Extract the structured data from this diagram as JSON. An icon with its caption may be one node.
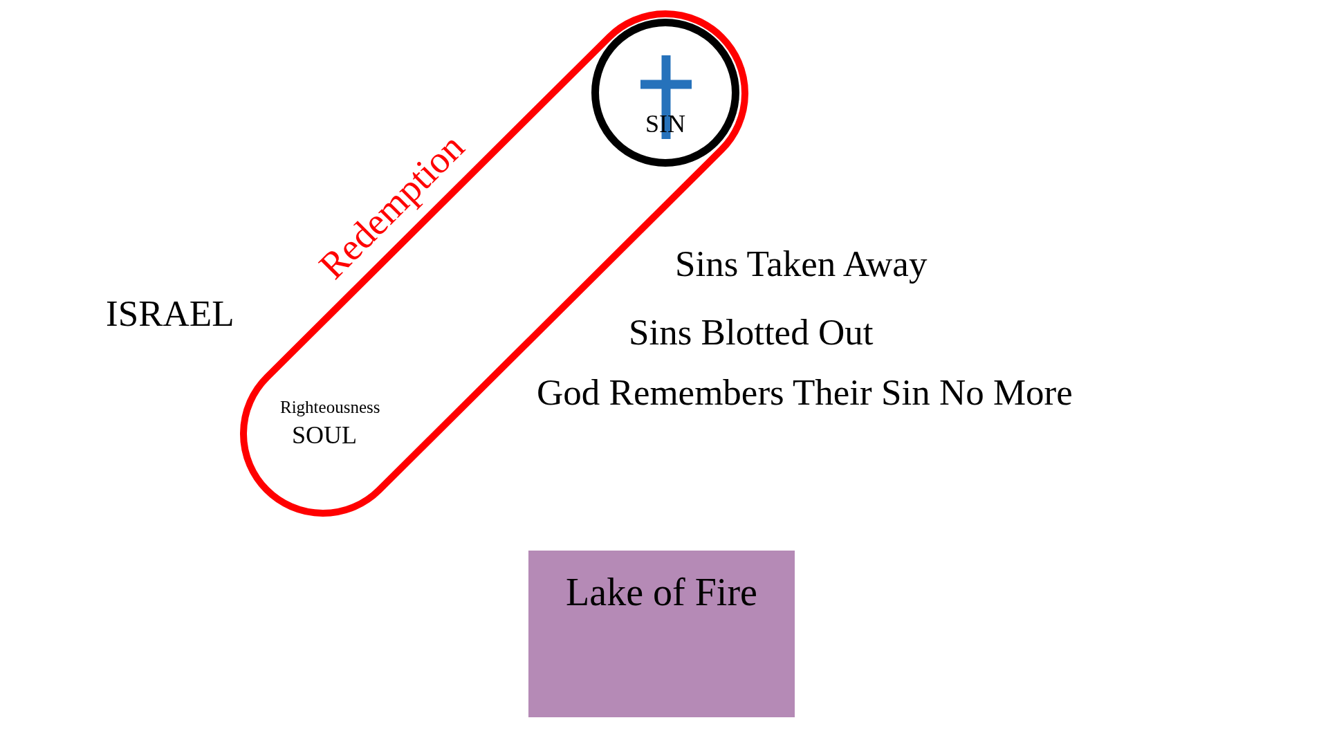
{
  "diagram": {
    "nodes": [
      {
        "text": [
          "Redemption",
          "Righteousness",
          "SOUL"
        ]
      },
      {
        "text": [
          "SIN"
        ],
        "in": 0
      },
      {
        "text": [
          "Lake of Fire"
        ]
      }
    ],
    "labels": [
      "ISRAEL",
      "Sins Taken Away",
      "Sins Blotted Out",
      "God Remembers Their Sin No More"
    ]
  }
}
